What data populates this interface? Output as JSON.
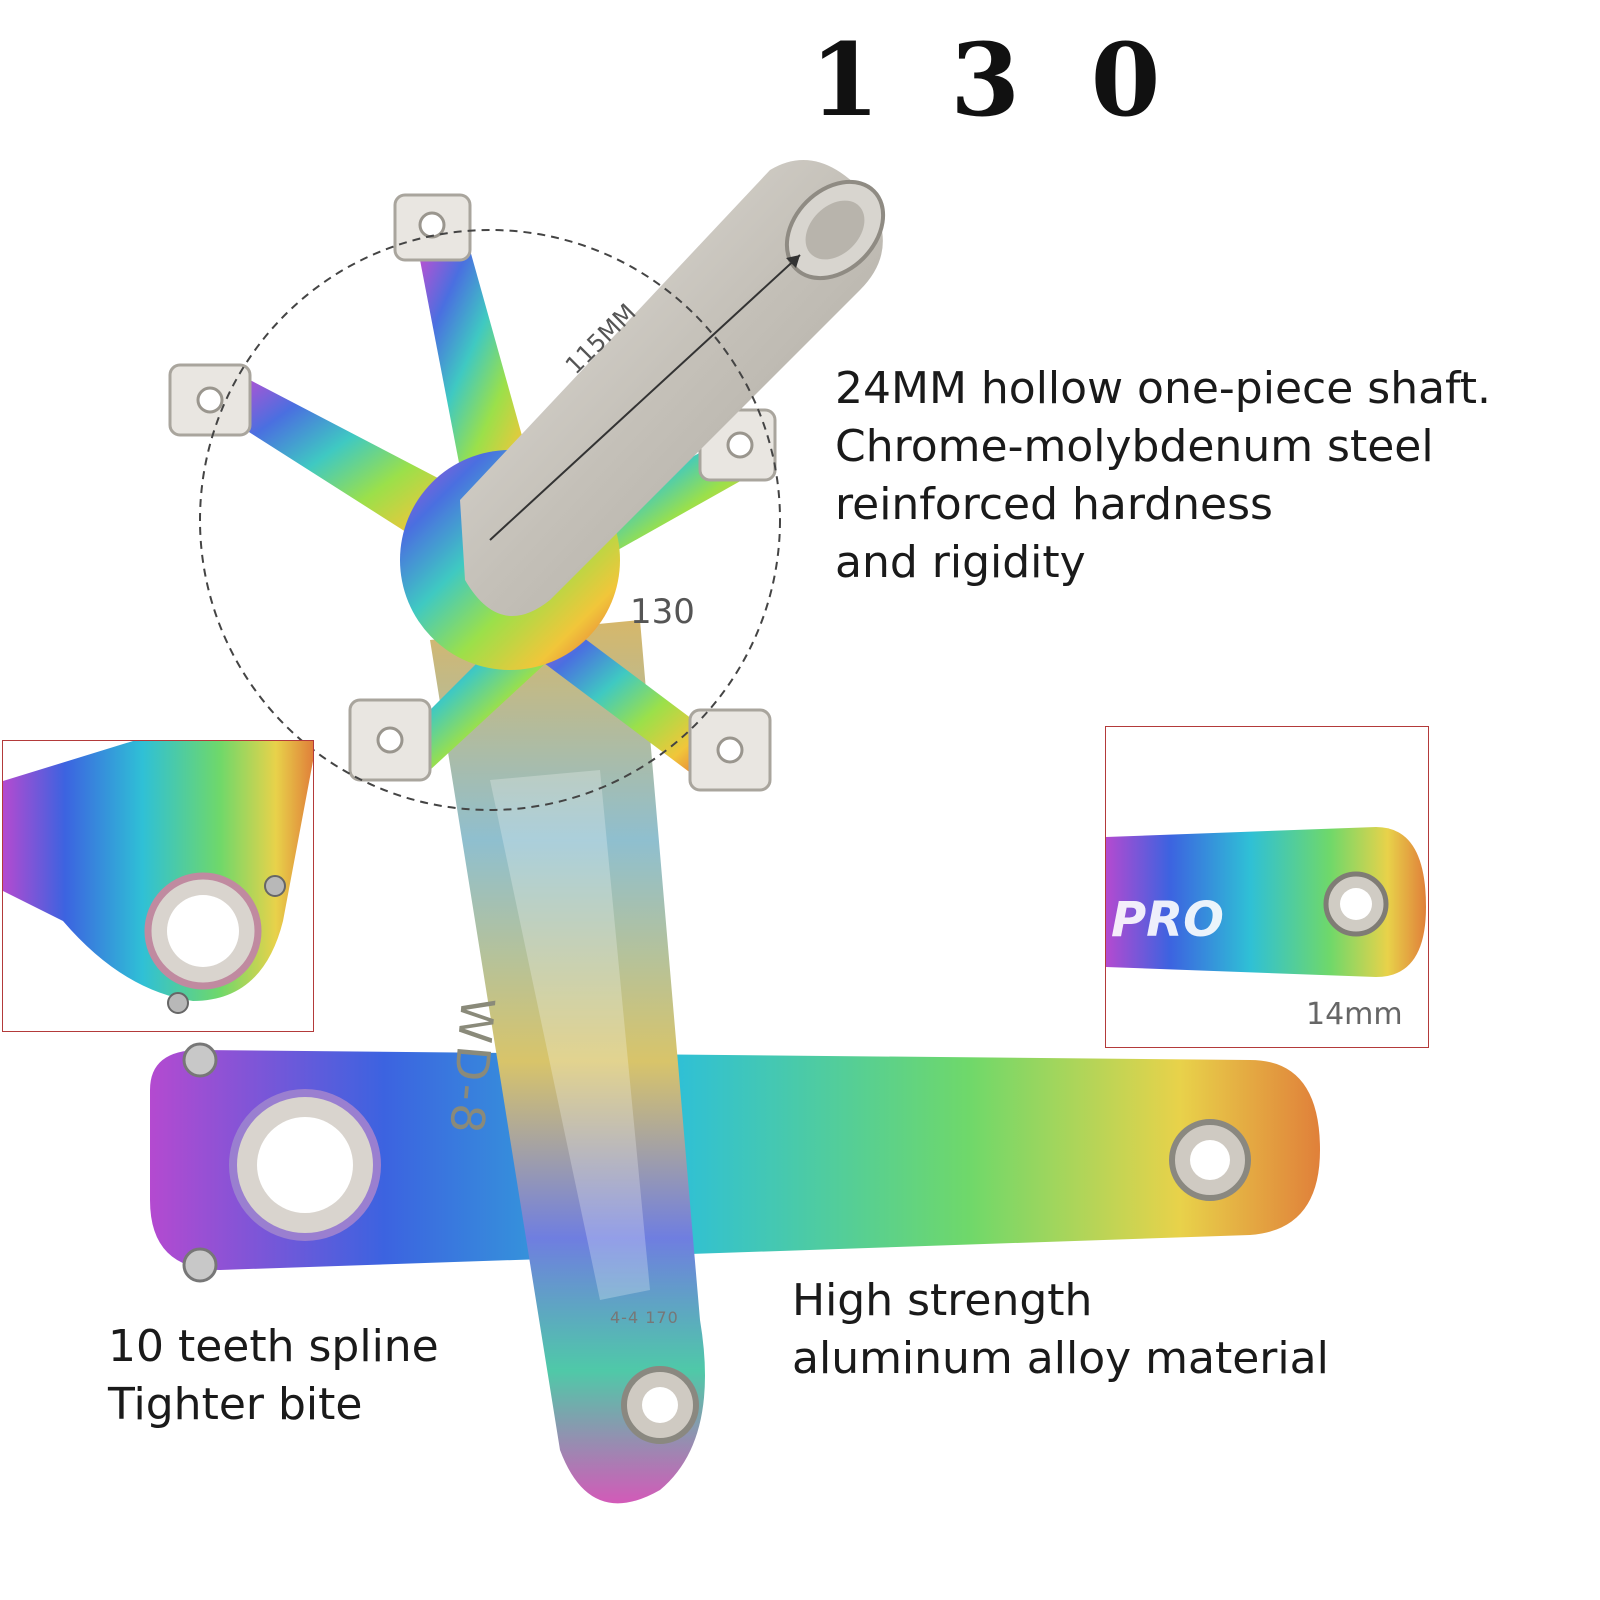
{
  "title": "1 3 0",
  "shaft_description": {
    "lines": [
      "24MM hollow one-piece shaft.",
      "Chrome-molybdenum steel",
      "reinforced hardness",
      "and rigidity"
    ]
  },
  "spider_label": "130",
  "shaft_length_label": "115MM",
  "arm_engraving": "WD-8",
  "arm_size_engraving": "4-4 170",
  "inset_right": {
    "brand_text": "PRO",
    "label": "14mm"
  },
  "spline_description": {
    "lines": [
      "10 teeth spline",
      "Tighter bite"
    ]
  },
  "material_description": {
    "lines": [
      "High strength",
      "aluminum alloy material"
    ]
  },
  "colors": {
    "inset_border": "#b33a3a",
    "shaft": "#c9c5be",
    "text": "#1a1a1a"
  }
}
